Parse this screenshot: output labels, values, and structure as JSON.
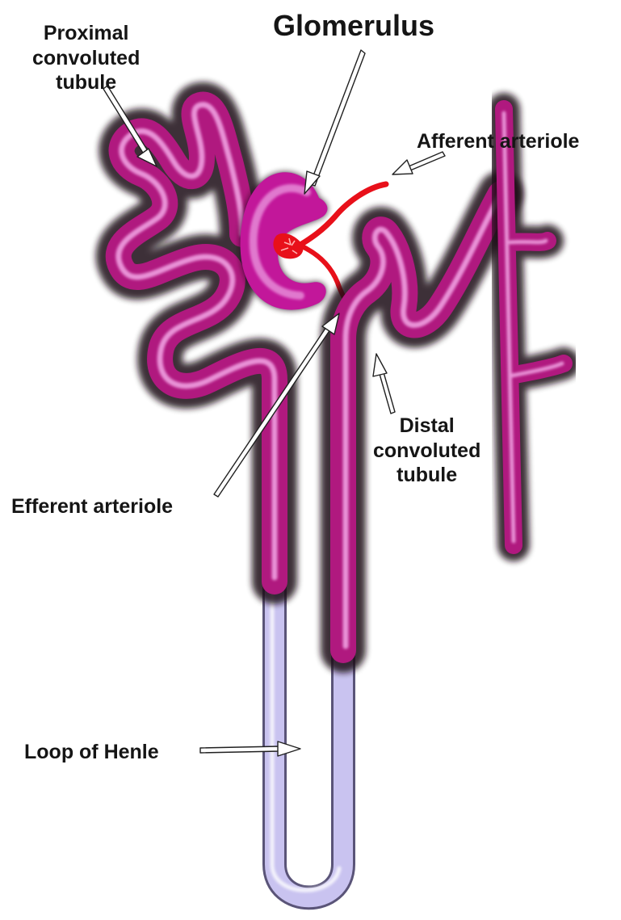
{
  "diagram": {
    "labels": {
      "glomerulus": "Glomerulus",
      "proximal_convoluted_tubule": [
        "Proximal",
        "convoluted",
        "tubule"
      ],
      "afferent_arteriole": "Afferent arteriole",
      "distal_convoluted_tubule": [
        "Distal",
        "convoluted",
        "tubule"
      ],
      "efferent_arteriole": "Efferent arteriole",
      "loop_of_henle": "Loop of Henle"
    },
    "colors": {
      "tubule": "#b0197f",
      "tubule_highlight": "#f3a7e6",
      "tubule_halo": "#1a0a14",
      "capsule": "#c2179a",
      "capsule_light": "#eea3e4",
      "loop_of_henle": "#c9c3f0",
      "loop_outline": "#5a5478",
      "arterioles": "#e8101a",
      "arrow_fill": "#ffffff",
      "arrow_outline": "#202020",
      "label_text": "#151515"
    }
  }
}
